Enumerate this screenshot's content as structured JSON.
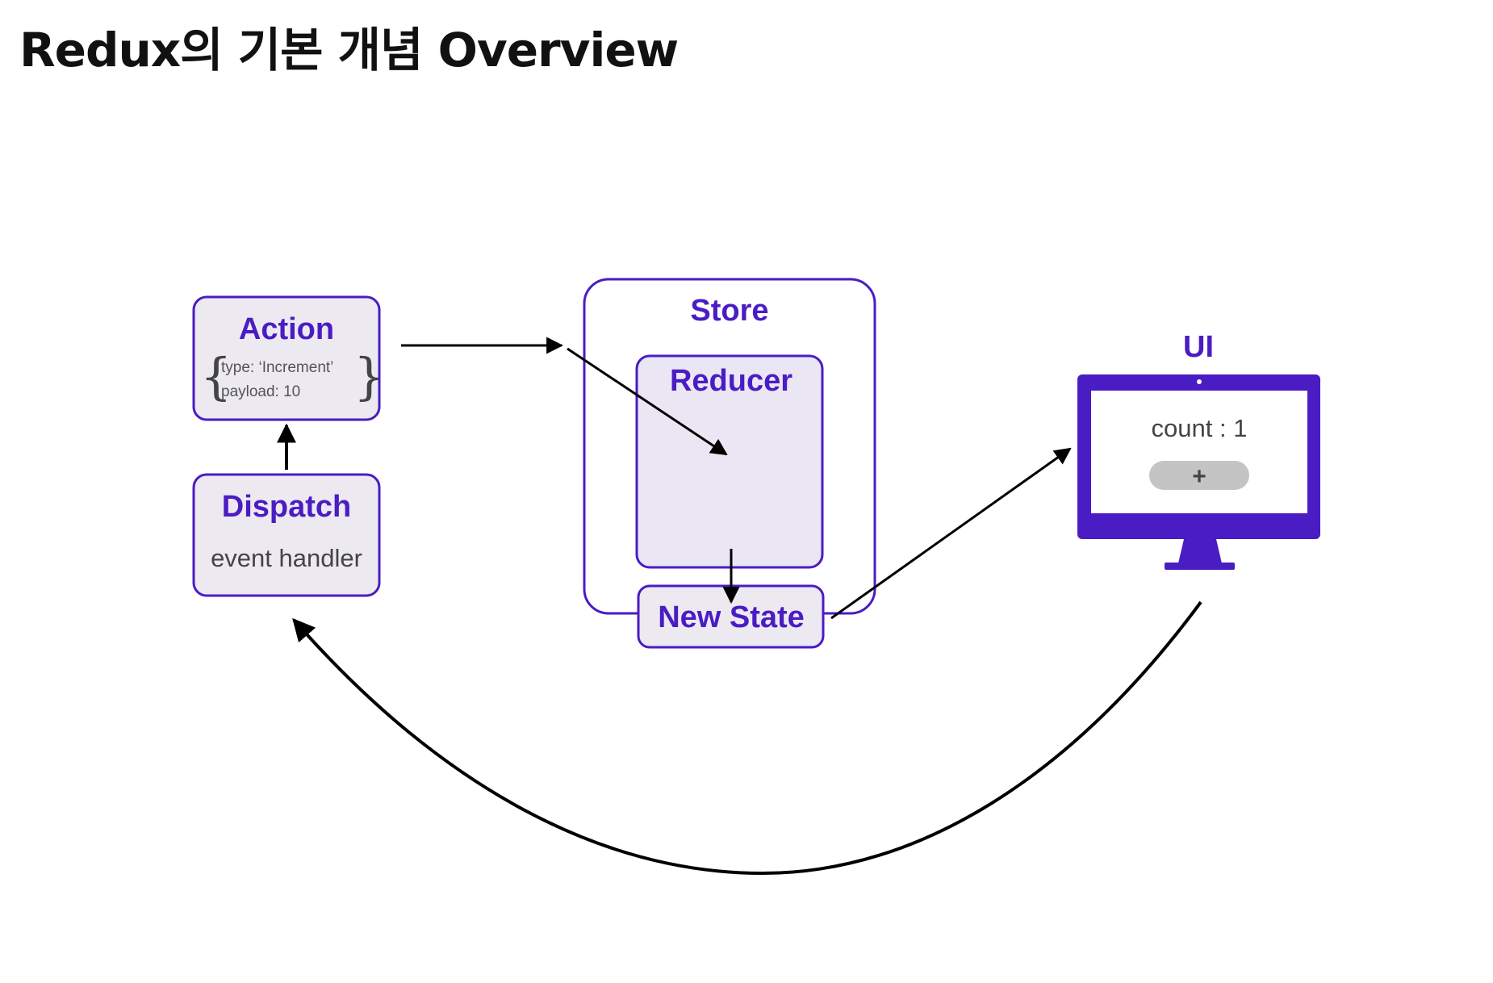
{
  "page": {
    "title": "Redux의 기본 개념 Overview"
  },
  "diagram": {
    "action": {
      "title": "Action",
      "line1": "type: ‘Increment’",
      "line2": "payload: 10"
    },
    "dispatch": {
      "title": "Dispatch",
      "subtitle": "event handler"
    },
    "store": {
      "title": "Store"
    },
    "reducer": {
      "title": "Reducer"
    },
    "new_state": {
      "title": "New State"
    },
    "ui": {
      "title": "UI",
      "count_label": "count : 1",
      "button_label": "+"
    },
    "colors": {
      "accent": "#4a1cc4",
      "node_fill": "#ece9f0",
      "reducer_fill": "#eae6f3",
      "monitor": "#4a1cc4",
      "button": "#c4c4c4",
      "arrow": "#000000"
    }
  }
}
